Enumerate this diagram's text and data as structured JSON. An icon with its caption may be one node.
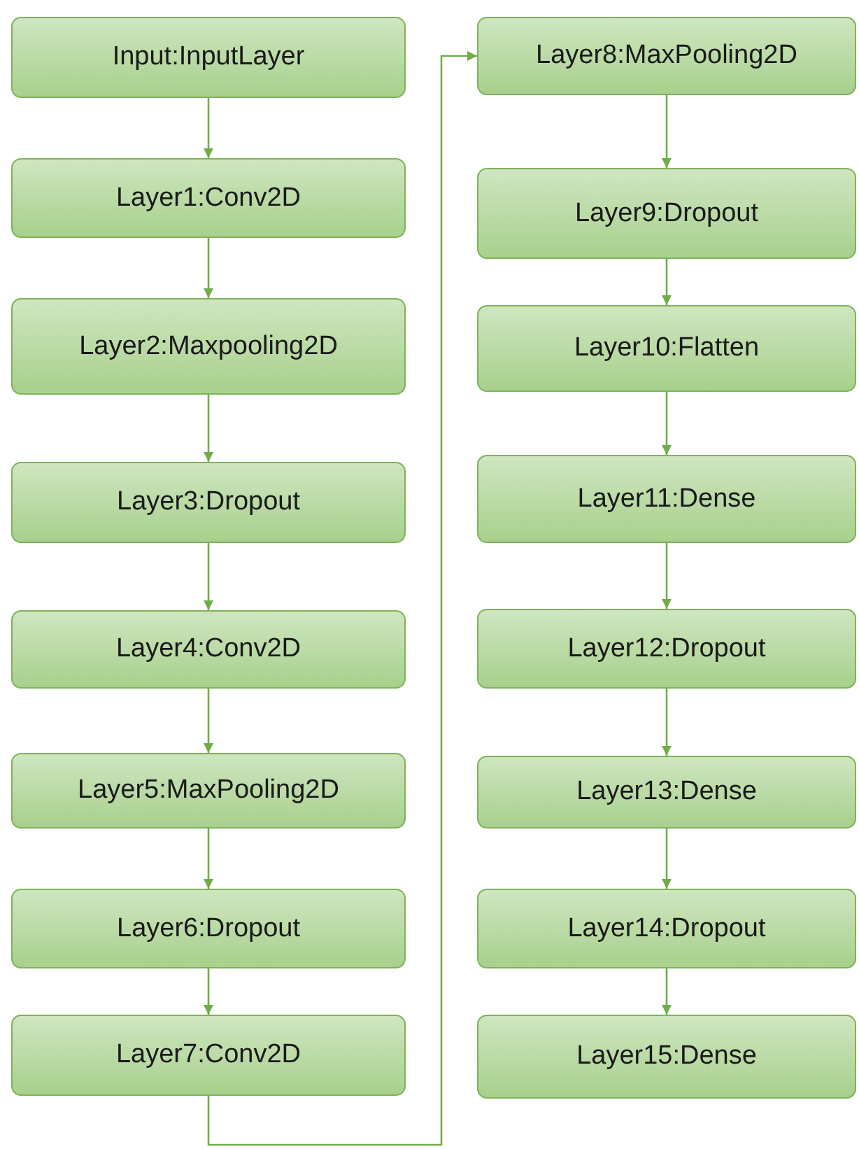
{
  "diagram": {
    "nodes": [
      {
        "text": [
          "Input:InputLayer"
        ]
      },
      {
        "text": [
          "Layer1:Conv2D"
        ]
      },
      {
        "text": [
          "Layer2:Maxpooling2D"
        ]
      },
      {
        "text": [
          "Layer3:Dropout"
        ]
      },
      {
        "text": [
          "Layer4:Conv2D"
        ]
      },
      {
        "text": [
          "Layer5:MaxPooling2D"
        ]
      },
      {
        "text": [
          "Layer6:Dropout"
        ]
      },
      {
        "text": [
          "Layer7:Conv2D"
        ]
      },
      {
        "text": [
          "Layer8:MaxPooling2D"
        ]
      },
      {
        "text": [
          "Layer9:Dropout"
        ]
      },
      {
        "text": [
          "Layer10:Flatten"
        ]
      },
      {
        "text": [
          "Layer11:Dense"
        ]
      },
      {
        "text": [
          "Layer12:Dropout"
        ]
      },
      {
        "text": [
          "Layer13:Dense"
        ]
      },
      {
        "text": [
          "Layer14:Dropout"
        ]
      },
      {
        "text": [
          "Layer15:Dense"
        ]
      }
    ],
    "edges": [
      {
        "from": 0,
        "to": 1,
        "arrow": "to"
      },
      {
        "from": 1,
        "to": 2,
        "arrow": "to"
      },
      {
        "from": 2,
        "to": 3,
        "arrow": "to"
      },
      {
        "from": 3,
        "to": 4,
        "arrow": "to"
      },
      {
        "from": 4,
        "to": 5,
        "arrow": "to"
      },
      {
        "from": 5,
        "to": 6,
        "arrow": "to"
      },
      {
        "from": 6,
        "to": 7,
        "arrow": "to"
      },
      {
        "from": 7,
        "to": 8,
        "arrow": "to"
      },
      {
        "from": 8,
        "to": 9,
        "arrow": "to"
      },
      {
        "from": 9,
        "to": 10,
        "arrow": "to"
      },
      {
        "from": 10,
        "to": 11,
        "arrow": "to"
      },
      {
        "from": 11,
        "to": 12,
        "arrow": "to"
      },
      {
        "from": 12,
        "to": 13,
        "arrow": "to"
      },
      {
        "from": 13,
        "to": 14,
        "arrow": "to"
      },
      {
        "from": 14,
        "to": 15,
        "arrow": "to"
      }
    ]
  }
}
